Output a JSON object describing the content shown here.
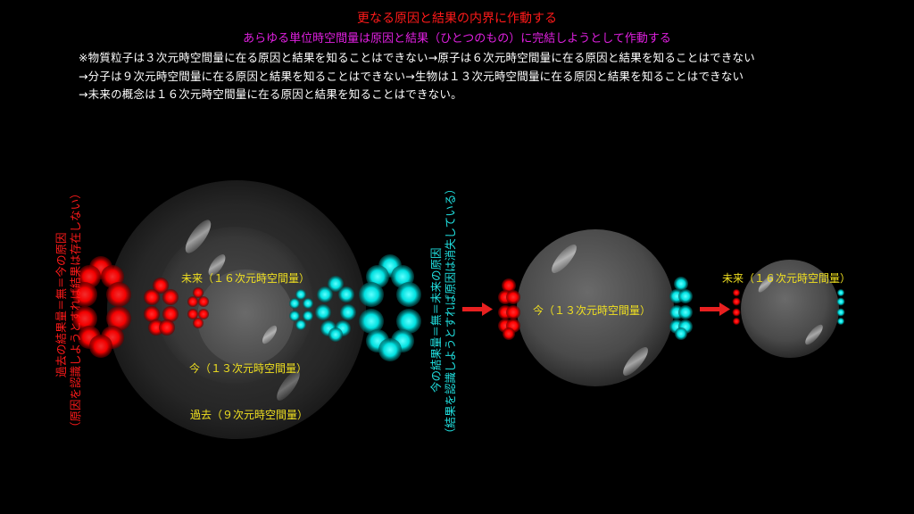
{
  "header": {
    "title": "更なる原因と結果の内界に作動する",
    "subtitle": "あらゆる単位時空間量は原因と結果（ひとつのもの）に完結しようとして作動する"
  },
  "notes": [
    "※物質粒子は３次元時空間量に在る原因と結果を知ることはできない→原子は６次元時空間量に在る原因と結果を知ることはできない",
    "→分子は９次元時空間量に在る原因と結果を知ることはできない→生物は１３次元時空間量に在る原因と結果を知ることはできない",
    "→未来の概念は１６次元時空間量に在る原因と結果を知ることはできない。"
  ],
  "left_side": {
    "vertical_main": "過去の結果量＝無＝今の原因",
    "vertical_sub": "（原因を認識しようとすれば結果は存在しない）",
    "labels": {
      "future": "未来（１６次元時空間量）",
      "now": "今（１３次元時空間量）",
      "past": "過去（９次元時空間量）"
    }
  },
  "middle_side": {
    "vertical_main": "今の結果量＝無＝未来の原因",
    "vertical_sub": "（結果を認識しようとすれば原因は消失している）",
    "label_now": "今（１３次元時空間量）"
  },
  "right_side": {
    "label_future": "未来（１６次元時空間量）"
  },
  "colors": {
    "title": "#ff1a1a",
    "subtitle": "#e020e0",
    "note": "#ffffff",
    "label": "#f0e020",
    "cause": "#ff1010",
    "effect": "#00e8e8",
    "arrow": "#e82020"
  },
  "icons": {
    "cause_ring": "red-molecule-ring",
    "effect_ring": "cyan-molecule-ring",
    "arrow": "right-arrow"
  }
}
